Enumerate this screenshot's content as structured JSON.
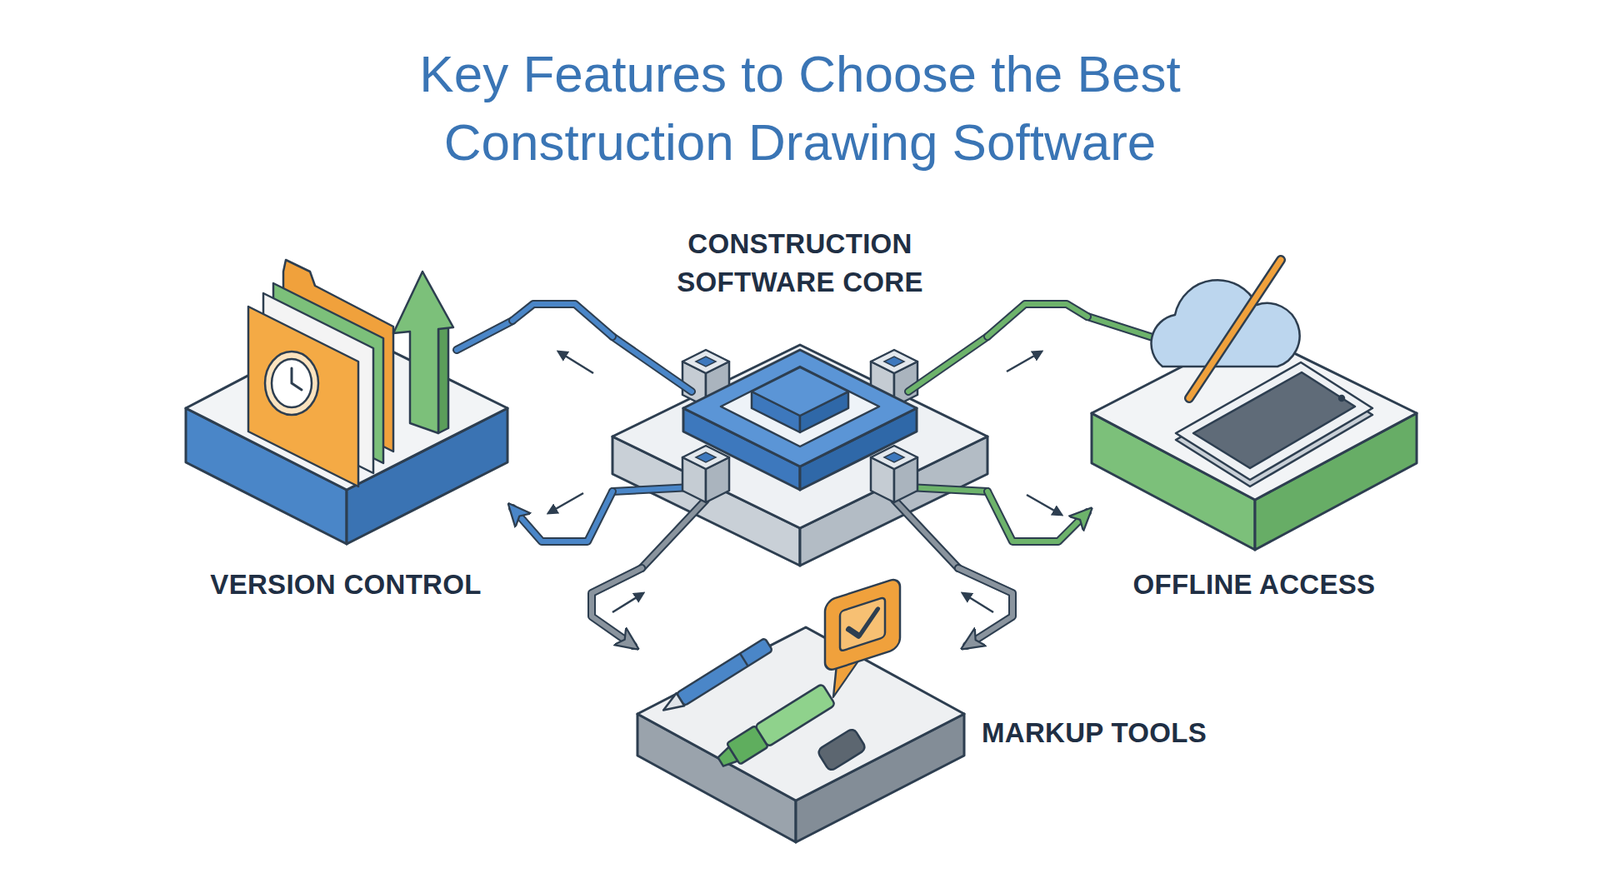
{
  "diagram": {
    "title": "Key Features to Choose the Best Construction Drawing Software",
    "nodes": [
      {
        "text": [
          "CONSTRUCTION SOFTWARE CORE"
        ]
      },
      {
        "text": [
          "VERSION CONTROL"
        ]
      },
      {
        "text": [
          "OFFLINE ACCESS"
        ]
      },
      {
        "text": [
          "MARKUP TOOLS"
        ]
      }
    ],
    "edges": [
      {
        "from": 0,
        "to": 1,
        "arrow": "none"
      },
      {
        "from": 0,
        "to": 1,
        "arrow": "to"
      },
      {
        "from": 0,
        "to": 2,
        "arrow": "none"
      },
      {
        "from": 0,
        "to": 2,
        "arrow": "to"
      },
      {
        "from": 0,
        "to": 3,
        "arrow": "to"
      },
      {
        "from": 0,
        "to": 3,
        "arrow": "to"
      }
    ]
  }
}
